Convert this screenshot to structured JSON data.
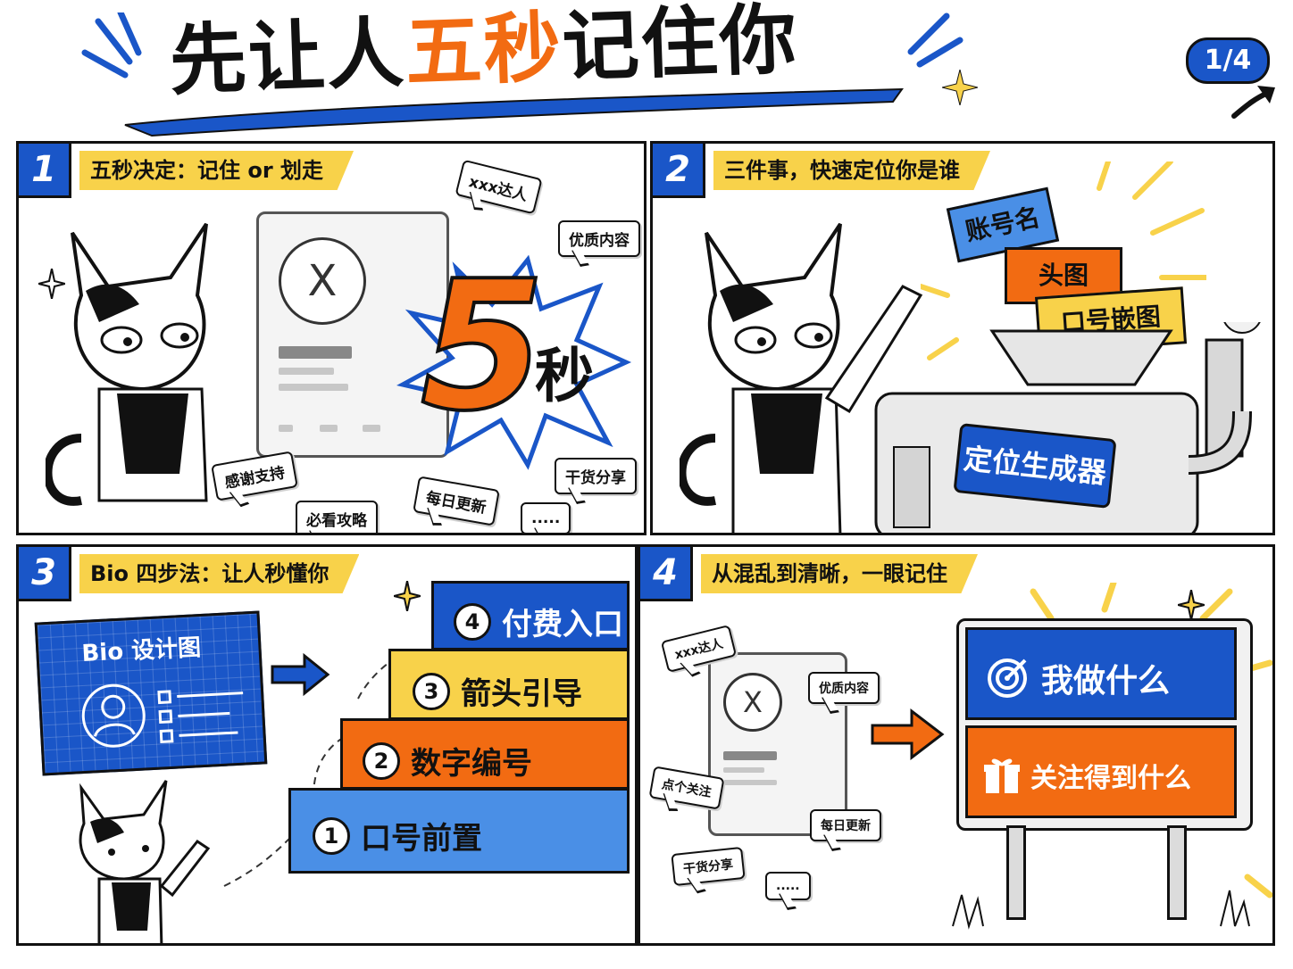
{
  "header": {
    "title_part1": "先让人",
    "title_accent": "五秒",
    "title_part2": "记住你",
    "page_indicator": "1/4"
  },
  "colors": {
    "blue": "#1a56c8",
    "orange": "#f26b12",
    "yellow": "#f8d24a",
    "light_blue": "#4a8fe6"
  },
  "panels": [
    {
      "number": "1",
      "caption": "五秒决定：记住 or 划走",
      "card_avatar": "X",
      "big_number": "5",
      "big_unit": "秒",
      "bubbles": [
        "xxx达人",
        "优质内容",
        "感谢支持",
        "必看攻略",
        "每日更新",
        "干货分享",
        "....."
      ]
    },
    {
      "number": "2",
      "caption": "三件事，快速定位你是谁",
      "cards": [
        "账号名",
        "头图",
        "口号嵌图"
      ],
      "machine_label": "定位生成器"
    },
    {
      "number": "3",
      "caption": "Bio 四步法：让人秒懂你",
      "blueprint_title": "Bio 设计图",
      "steps": [
        {
          "n": "1",
          "label": "口号前置"
        },
        {
          "n": "2",
          "label": "数字编号"
        },
        {
          "n": "3",
          "label": "箭头引导"
        },
        {
          "n": "4",
          "label": "付费入口"
        }
      ]
    },
    {
      "number": "4",
      "caption": "从混乱到清晰，一眼记住",
      "card_avatar": "X",
      "bubbles": [
        "xxx达人",
        "优质内容",
        "点个关注",
        "每日更新",
        "干货分享",
        "....."
      ],
      "sign_top": "我做什么",
      "sign_bottom": "关注得到什么"
    }
  ]
}
